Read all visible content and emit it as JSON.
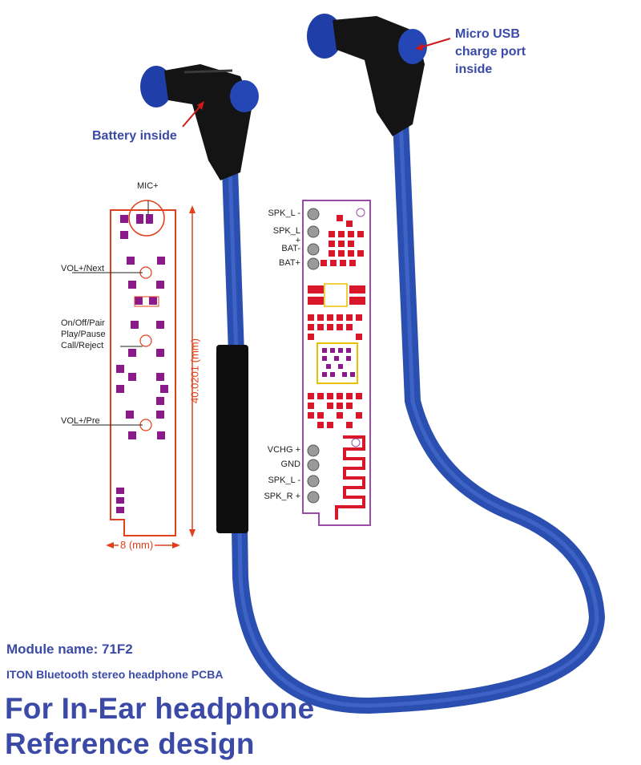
{
  "callouts": {
    "micro_usb_line1": "Micro USB",
    "micro_usb_line2": "charge port",
    "micro_usb_line3": "inside",
    "battery": "Battery inside"
  },
  "left_board": {
    "mic_label": "MIC+",
    "buttons": [
      {
        "line1": "VOL+/Next"
      },
      {
        "line1": "On/Off/Pair",
        "line2": "Play/Pause",
        "line3": "Call/Reject"
      },
      {
        "line1": "VOL+/Pre"
      }
    ],
    "height_dim": "40.0201 (mm)",
    "width_dim": "8 (mm)"
  },
  "right_board": {
    "top_pins": [
      "SPK_L -",
      "SPK_L +",
      "BAT-",
      "BAT+"
    ],
    "bottom_pins": [
      "VCHG +",
      "GND",
      "SPK_L -",
      "SPK_R +"
    ]
  },
  "captions": {
    "module_name": "Module name: 71F2",
    "subtitle": "ITON Bluetooth stereo headphone PCBA",
    "headline1": "For In-Ear headphone",
    "headline2": "Reference design"
  },
  "colors": {
    "cable": "#2b4fb0",
    "pcb_outline_left": "#e0401a",
    "pcb_outline_right": "#9a4aa8",
    "pad": "#d8182a",
    "accent_text": "#3a4aa6"
  }
}
